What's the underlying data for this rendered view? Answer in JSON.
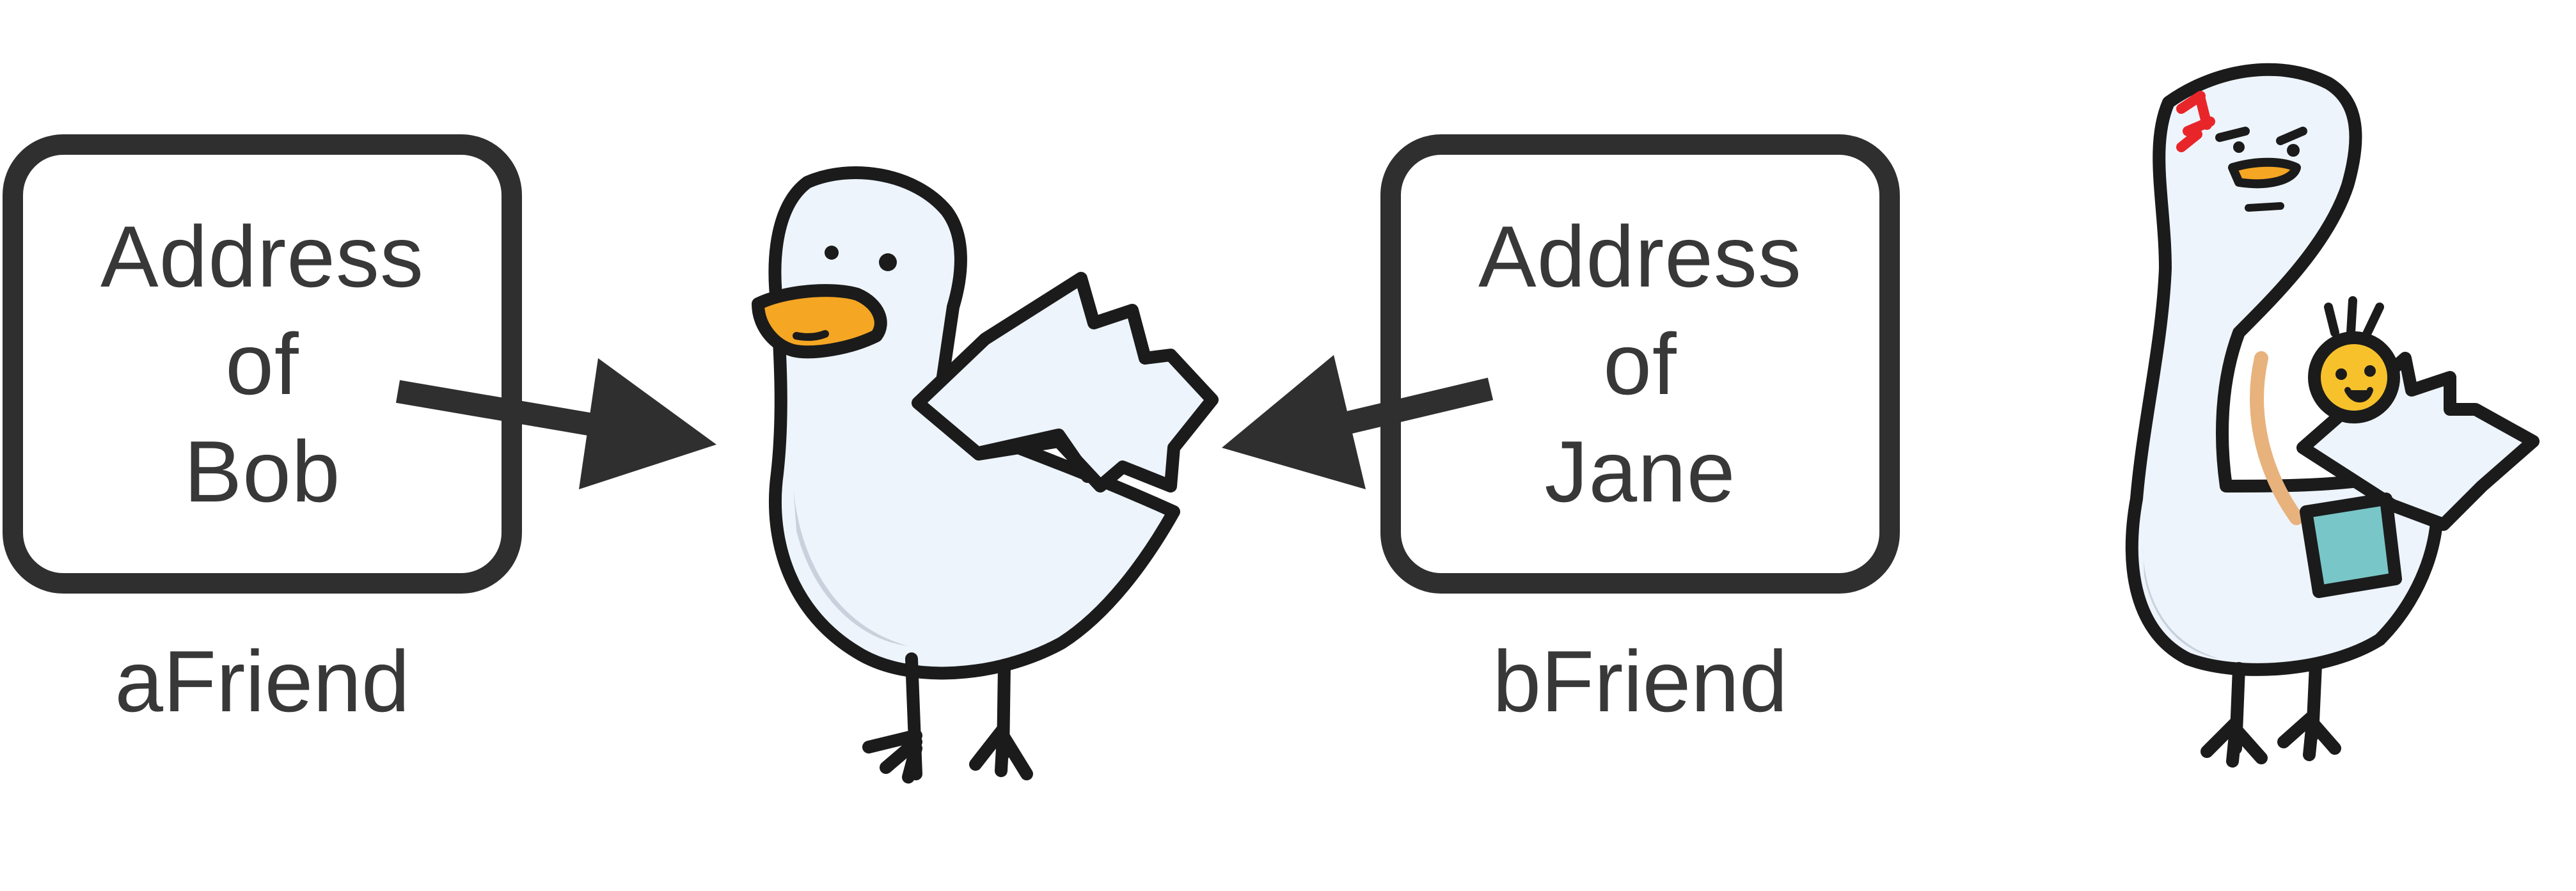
{
  "variables": [
    {
      "name": "aFriend",
      "value": "Address\nof\nBob"
    },
    {
      "name": "bFriend",
      "value": "Address\nof\nJane"
    }
  ],
  "icons": [
    "pointer-arrow-icon",
    "white-bird-icon",
    "angry-mother-bird-with-chick-icon"
  ],
  "colors": {
    "ink": "#1b1b1b",
    "text": "#383838",
    "bird_body": "#edf4fc",
    "bird_shadow": "#c9d2dc",
    "beak": "#f5a623",
    "chick": "#f6c12b",
    "bag": "#79c6c8",
    "anger": "#e8262a"
  }
}
